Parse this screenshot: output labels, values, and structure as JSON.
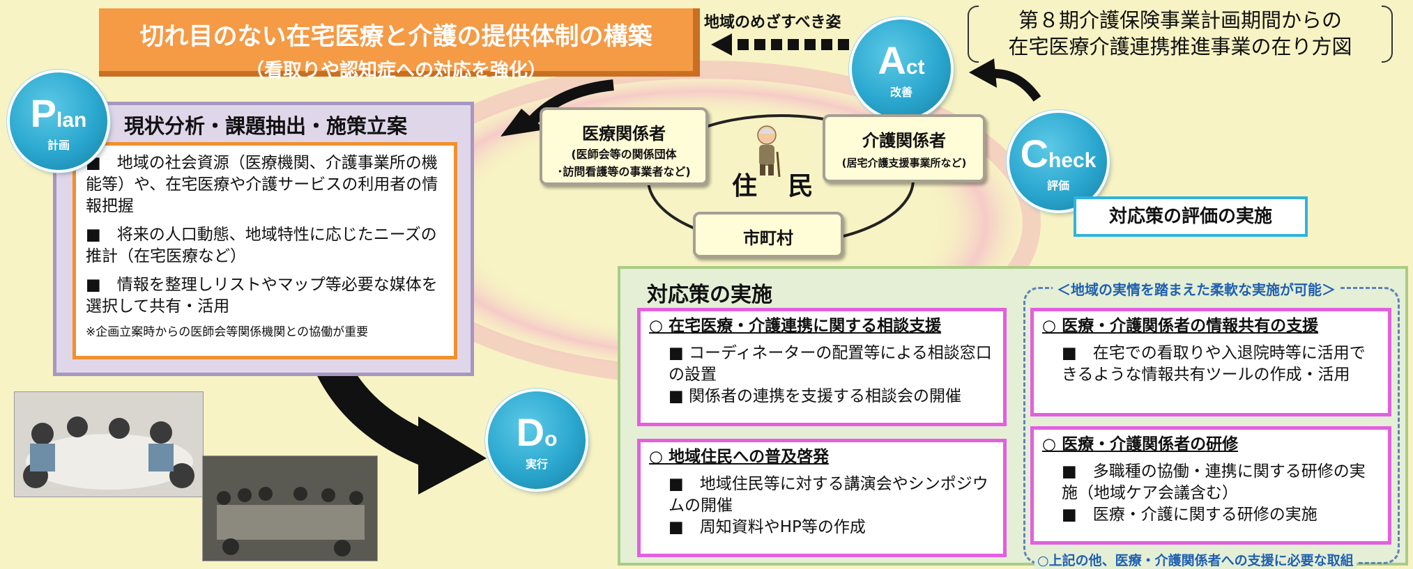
{
  "banner": {
    "line1": "切れ目のない在宅医療と介護の提供体制の構築",
    "line2": "（看取りや認知症への対応を強化）"
  },
  "goal_label": "地域のめざすべき姿",
  "title": {
    "line1": "第８期介護保険事業計画期間からの",
    "line2": "在宅医療介護連携推進事業の在り方図"
  },
  "cycle": {
    "plan": {
      "initial": "P",
      "rest": "lan",
      "ja": "計画"
    },
    "act": {
      "initial": "A",
      "rest": "ct",
      "ja": "改善"
    },
    "check": {
      "initial": "C",
      "rest": "heck",
      "ja": "評価"
    },
    "do": {
      "initial": "D",
      "rest": "o",
      "ja": "実行"
    }
  },
  "plan": {
    "heading": "現状分析・課題抽出・施策立案",
    "items": [
      "■　地域の社会資源（医療機関、介護事業所の機能等）や、在宅医療や介護サービスの利用者の情報把握",
      "■　将来の人口動態、地域特性に応じたニーズの推計（在宅医療など）",
      "■　情報を整理しリストやマップ等必要な媒体を選択して共有・活用"
    ],
    "note": "※企画立案時からの医師会等関係機関との協働が重要"
  },
  "stakeholders": {
    "medical": {
      "title": "医療関係者",
      "sub1": "(医師会等の関係団体",
      "sub2": "･訪問看護等の事業者など)"
    },
    "care": {
      "title": "介護関係者",
      "sub": "(居宅介護支援事業所など)"
    },
    "city": "市町村",
    "resident": "住 民"
  },
  "check_label": "対応策の評価の実施",
  "do_section": {
    "heading": "対応策の実施",
    "flex_top": "＜地域の実情を踏まえた柔軟な実施が可能＞",
    "flex_bottom": "○上記の他、医療・介護関係者への支援に必要な取組",
    "consult": {
      "heading": "○ 在宅医療・介護連携に関する相談支援",
      "items": [
        "■ コーディネーターの配置等による相談窓口の設置",
        "■ 関係者の連携を支援する相談会の開催"
      ]
    },
    "outreach": {
      "heading": "○ 地域住民への普及啓発",
      "items": [
        "■　地域住民等に対する講演会やシンポジウムの開催",
        "■　周知資料やHP等の作成"
      ]
    },
    "info": {
      "heading": "○ 医療・介護関係者の情報共有の支援",
      "items": [
        "■　在宅での看取りや入退院時等に活用できるような情報共有ツールの作成・活用"
      ]
    },
    "training": {
      "heading": "○ 医療・介護関係者の研修",
      "items": [
        "■　多職種の協働・連携に関する研修の実施（地域ケア会議含む）",
        "■　医療・介護に関する研修の実施"
      ]
    }
  },
  "colors": {
    "background": "#f7f3c4",
    "banner": "#f59a45",
    "circle": "#2aa7cf",
    "plan_border": "#a796c2",
    "plan_inner_border": "#f0902e",
    "do_border": "#a9cc84",
    "measure_border": "#e35fe0",
    "check_border": "#2fb3df",
    "flex_text": "#1f5fb0"
  }
}
